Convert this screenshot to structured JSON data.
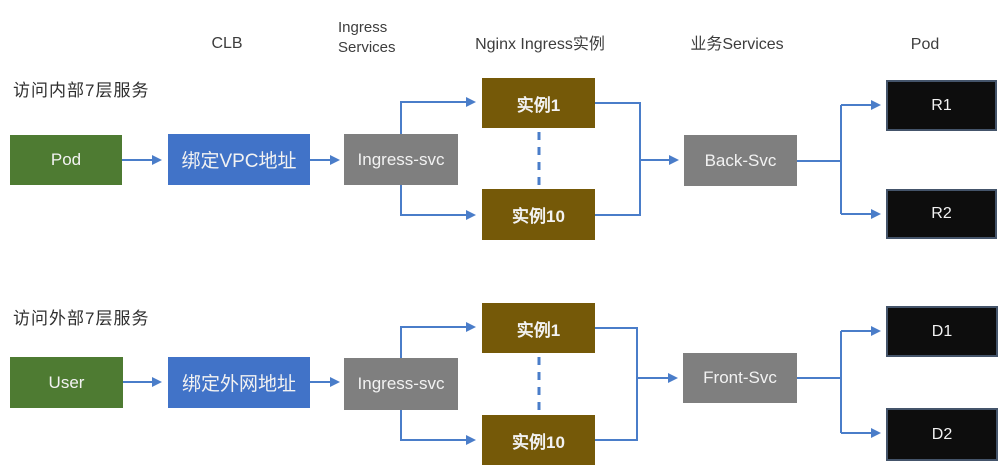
{
  "colors": {
    "green": "#4e7b32",
    "blue": "#4173c8",
    "gray": "#7f7f7f",
    "olive": "#755908",
    "black": "#0d0d0d",
    "black-border": "#44546a",
    "line": "#4a7dc9",
    "text-light": "#f2f2f2",
    "text-dark": "#3d3d3d"
  },
  "headers": {
    "clb": "CLB",
    "ingress_services": "Ingress\nServices",
    "nginx_ingress": "Nginx Ingress实例",
    "business_services": "业务Services",
    "pod": "Pod"
  },
  "flows": {
    "internal": {
      "title": "访问内部7层服务",
      "source": "Pod",
      "clb": "绑定VPC地址",
      "ingress_svc": "Ingress-svc",
      "instance_top": "实例1",
      "instance_bottom": "实例10",
      "service": "Back-Svc",
      "pods": [
        "R1",
        "R2"
      ]
    },
    "external": {
      "title": "访问外部7层服务",
      "source": "User",
      "clb": "绑定外网地址",
      "ingress_svc": "Ingress-svc",
      "instance_top": "实例1",
      "instance_bottom": "实例10",
      "service": "Front-Svc",
      "pods": [
        "D1",
        "D2"
      ]
    }
  }
}
